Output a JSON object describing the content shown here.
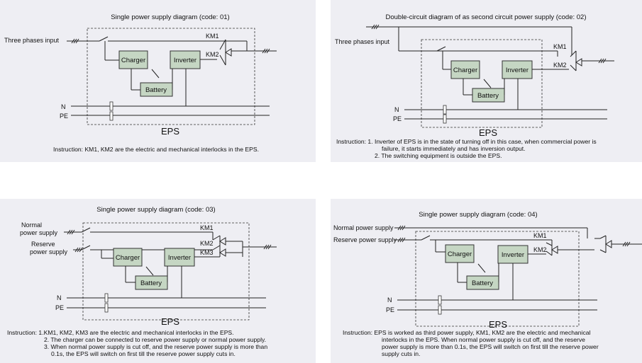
{
  "d1": {
    "title": "Single power supply diagram (code: 01)",
    "input": "Three phases input",
    "km1": "KM1",
    "km2": "KM2",
    "charger": "Charger",
    "inverter": "Inverter",
    "battery": "Battery",
    "n": "N",
    "pe": "PE",
    "eps": "EPS",
    "instruction": "Instruction: KM1, KM2 are the electric and mechanical interlocks in the EPS."
  },
  "d2": {
    "title": "Double-circuit diagram of as second circuit power supply (code: 02)",
    "input": "Three phases input",
    "km1": "KM1",
    "km2": "KM2",
    "charger": "Charger",
    "inverter": "Inverter",
    "battery": "Battery",
    "n": "N",
    "pe": "PE",
    "eps": "EPS",
    "instruction_1": "Instruction: 1. Inverter of EPS is in the state of turning off in this case, when commercial power is",
    "instruction_2": "failure,  it  starts  immediately and has inversion output.",
    "instruction_3": "2. The switching equipment is outside the EPS."
  },
  "d3": {
    "title": "Single power supply diagram (code: 03)",
    "normal_1": "Normal",
    "normal_2": "power supply",
    "reserve_1": "Reserve",
    "reserve_2": "power supply",
    "km1": "KM1",
    "km2": "KM2",
    "km3": "KM3",
    "charger": "Charger",
    "inverter": "Inverter",
    "battery": "Battery",
    "n": "N",
    "pe": "PE",
    "eps": "EPS",
    "instruction_1": "Instruction: 1.KM1, KM2, KM3 are the electric and mechanical interlocks in the EPS.",
    "instruction_2": "2. The charger can be connected to reserve power supply or normal power supply.",
    "instruction_3": "3. When normal power supply is cut off, and the reserve power supply is more than",
    "instruction_4": "0.1s, the EPS will switch on first till the reserve power supply cuts in."
  },
  "d4": {
    "title": "Single power supply diagram (code: 04)",
    "normal": "Normal power supply",
    "reserve": "Reserve power supply",
    "km1": "KM1",
    "km2": "KM2",
    "charger": "Charger",
    "inverter": "Inverter",
    "battery": "Battery",
    "n": "N",
    "pe": "PE",
    "eps": "EPS",
    "instruction_1": "Instruction: EPS is worked as third power supply, KM1, KM2 are the electric and mechanical",
    "instruction_2": "interlocks in the EPS. When normal power supply is cut off,  and the reserve",
    "instruction_3": "power supply is more than 0.1s, the EPS will switch on first till the reserve power",
    "instruction_4": "supply cuts in."
  }
}
